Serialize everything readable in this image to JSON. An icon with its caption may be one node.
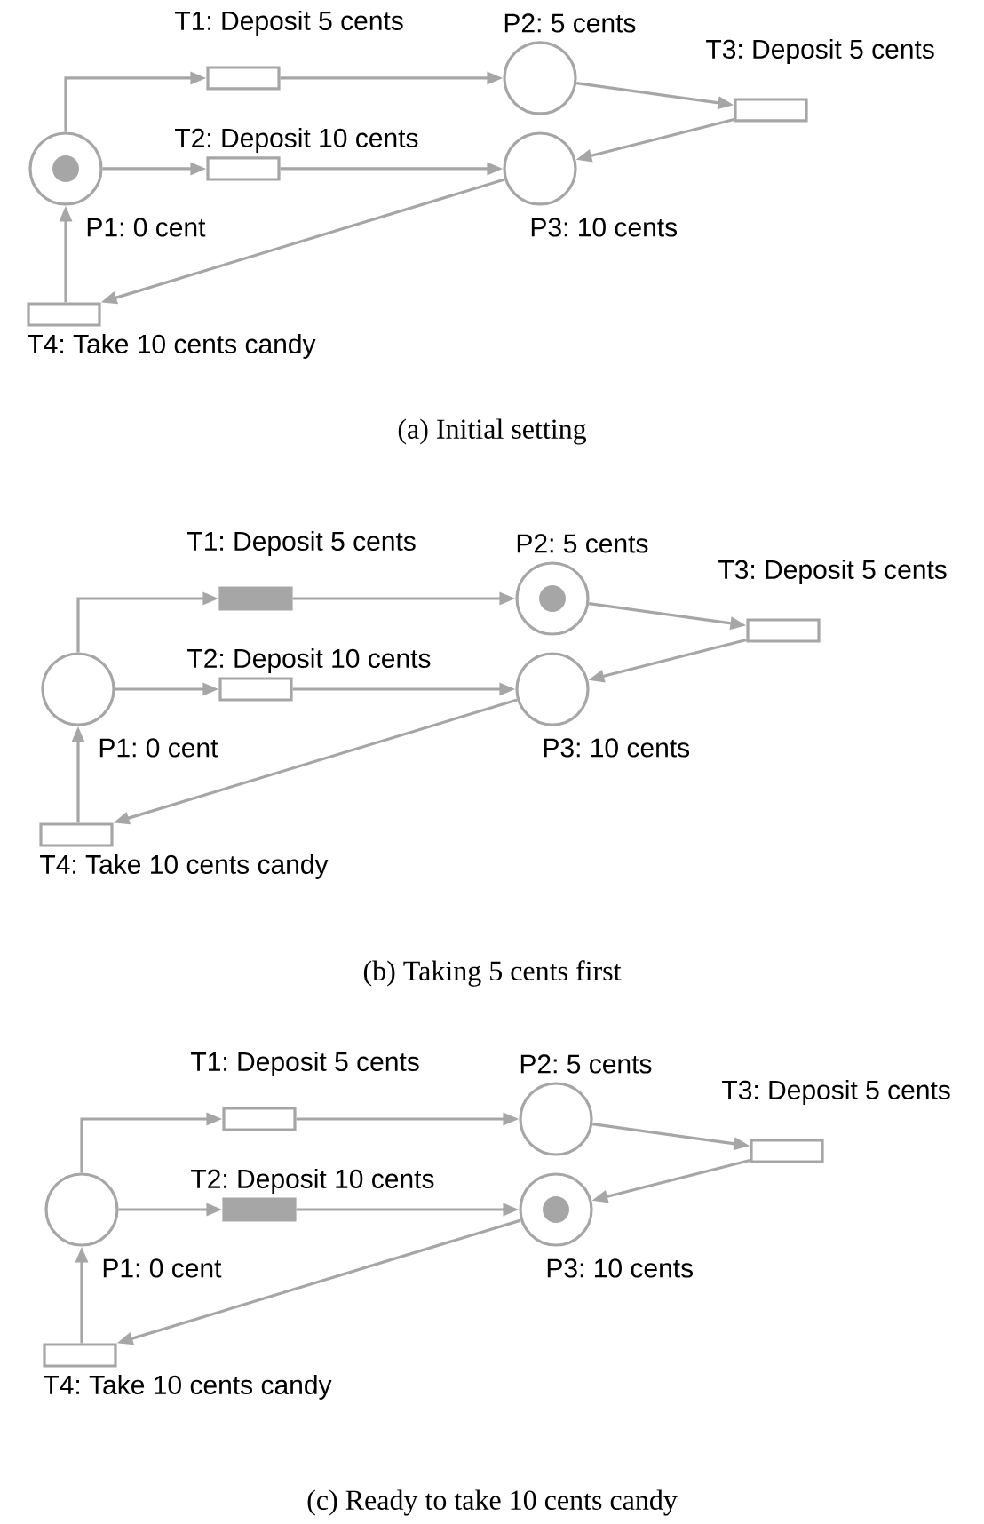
{
  "diagram": {
    "nodes": [
      {
        "text": [
          "P1: 0 cent"
        ]
      },
      {
        "text": [
          "T1: Deposit 5 cents"
        ]
      },
      {
        "text": [
          "T2: Deposit 10 cents"
        ]
      },
      {
        "text": [
          "P2: 5 cents"
        ]
      },
      {
        "text": [
          "P3: 10 cents"
        ]
      },
      {
        "text": [
          "T3: Deposit 5 cents"
        ]
      },
      {
        "text": [
          "T4: Take 10 cents candy"
        ]
      },
      {
        "text": [
          "P1: 0 cent"
        ]
      },
      {
        "text": [
          "T1: Deposit 5 cents"
        ]
      },
      {
        "text": [
          "T2: Deposit 10 cents"
        ]
      },
      {
        "text": [
          "P2: 5 cents"
        ]
      },
      {
        "text": [
          "P3: 10 cents"
        ]
      },
      {
        "text": [
          "T3: Deposit 5 cents"
        ]
      },
      {
        "text": [
          "T4: Take 10 cents candy"
        ]
      },
      {
        "text": [
          "P1: 0 cent"
        ]
      },
      {
        "text": [
          "T1: Deposit 5 cents"
        ]
      },
      {
        "text": [
          "T2: Deposit 10 cents"
        ]
      },
      {
        "text": [
          "P2: 5 cents"
        ]
      },
      {
        "text": [
          "P3: 10 cents"
        ]
      },
      {
        "text": [
          "T3: Deposit 5 cents"
        ]
      },
      {
        "text": [
          "T4: Take 10 cents candy"
        ]
      },
      {
        "text": [],
        "shape": "circle",
        "in": 0
      },
      {
        "text": [],
        "shape": "circle",
        "in": 10
      },
      {
        "text": [],
        "shape": "circle",
        "in": 18
      }
    ],
    "edges": [
      {
        "from": 0,
        "to": 1,
        "arrow": "to"
      },
      {
        "from": 0,
        "to": 2,
        "arrow": "to"
      },
      {
        "from": 1,
        "to": 3,
        "arrow": "to"
      },
      {
        "from": 2,
        "to": 4,
        "arrow": "to"
      },
      {
        "from": 3,
        "to": 5,
        "arrow": "to"
      },
      {
        "from": 5,
        "to": 4,
        "arrow": "to"
      },
      {
        "from": 4,
        "to": 6,
        "arrow": "to"
      },
      {
        "from": 6,
        "to": 0,
        "arrow": "to"
      },
      {
        "from": 7,
        "to": 8,
        "arrow": "to"
      },
      {
        "from": 7,
        "to": 9,
        "arrow": "to"
      },
      {
        "from": 8,
        "to": 10,
        "arrow": "to"
      },
      {
        "from": 9,
        "to": 11,
        "arrow": "to"
      },
      {
        "from": 10,
        "to": 12,
        "arrow": "to"
      },
      {
        "from": 12,
        "to": 11,
        "arrow": "to"
      },
      {
        "from": 11,
        "to": 13,
        "arrow": "to"
      },
      {
        "from": 13,
        "to": 7,
        "arrow": "to"
      },
      {
        "from": 14,
        "to": 15,
        "arrow": "to"
      },
      {
        "from": 14,
        "to": 16,
        "arrow": "to"
      },
      {
        "from": 15,
        "to": 17,
        "arrow": "to"
      },
      {
        "from": 16,
        "to": 18,
        "arrow": "to"
      },
      {
        "from": 17,
        "to": 19,
        "arrow": "to"
      },
      {
        "from": 19,
        "to": 18,
        "arrow": "to"
      },
      {
        "from": 18,
        "to": 20,
        "arrow": "to"
      },
      {
        "from": 20,
        "to": 14,
        "arrow": "to"
      }
    ],
    "labels": [
      "(a) Initial setting",
      "(b) Taking 5 cents first",
      "(c) Ready to take 10 cents candy"
    ]
  }
}
